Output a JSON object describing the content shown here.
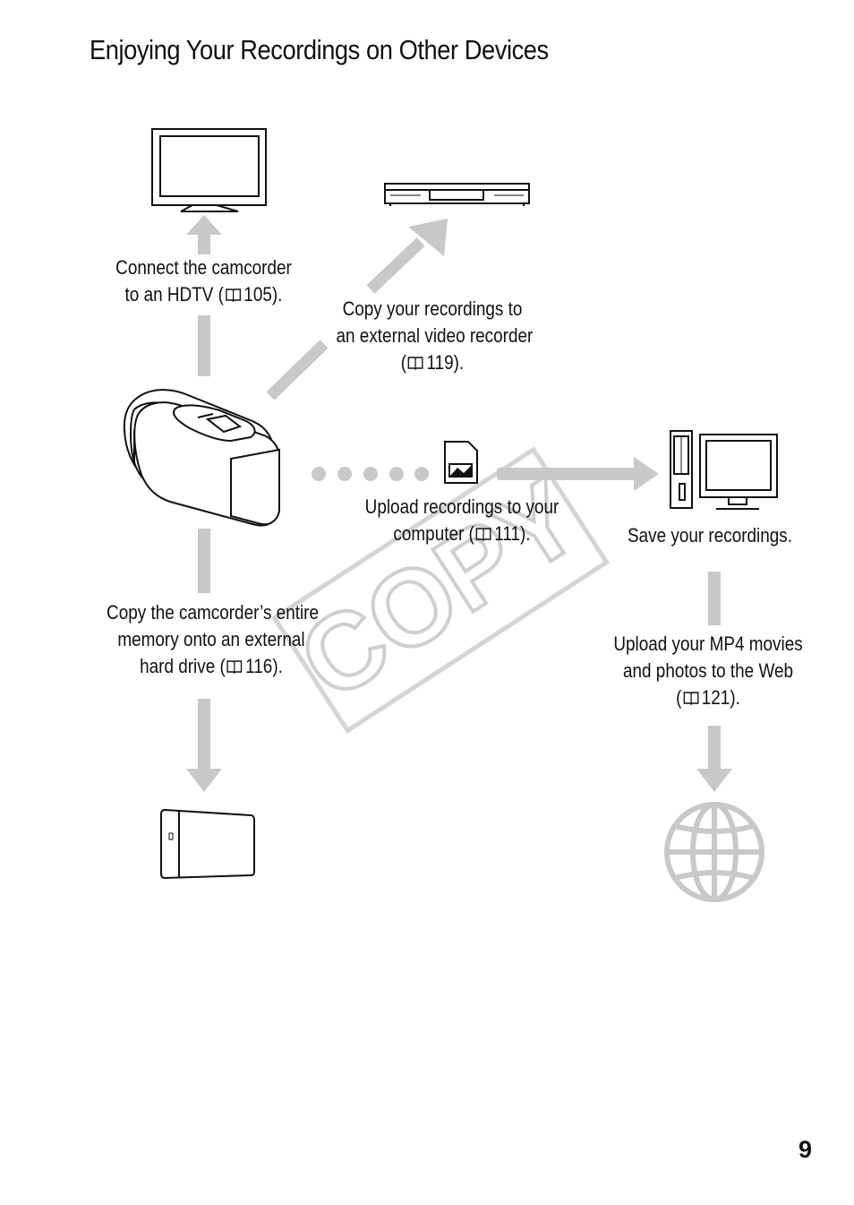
{
  "page": {
    "title": "Enjoying Your Recordings on Other Devices",
    "page_number": "9",
    "watermark": "COPY"
  },
  "captions": {
    "hdtv": {
      "line1": "Connect the camcorder",
      "line2_pre": "to an HDTV (",
      "ref": "105",
      "line2_post": ")."
    },
    "recorder": {
      "line1": "Copy your recordings to",
      "line2": "an external video recorder",
      "line3_pre": "(",
      "ref": "119",
      "line3_post": ")."
    },
    "computer": {
      "line1": "Upload recordings to your",
      "line2_pre": "computer (",
      "ref": "111",
      "line2_post": ")."
    },
    "save": {
      "line1": "Save your recordings."
    },
    "harddrive": {
      "line1": "Copy the camcorder’s entire",
      "line2": "memory onto an external",
      "line3_pre": "hard drive (",
      "ref": "116",
      "line3_post": ")."
    },
    "web": {
      "line1": "Upload your MP4 movies",
      "line2": "and photos to the Web",
      "line3_pre": "(",
      "ref": "121",
      "line3_post": ")."
    }
  },
  "icons": {
    "tv": "hdtv-icon",
    "recorder": "video-recorder-icon",
    "camcorder": "camcorder-icon",
    "memory_card": "memory-card-icon",
    "computer": "computer-icon",
    "hard_drive": "hard-drive-icon",
    "globe": "globe-icon",
    "reference": "book-reference-icon"
  },
  "colors": {
    "arrow": "#c8c8c8",
    "text": "#111111",
    "watermark": "#d4d4d4"
  }
}
